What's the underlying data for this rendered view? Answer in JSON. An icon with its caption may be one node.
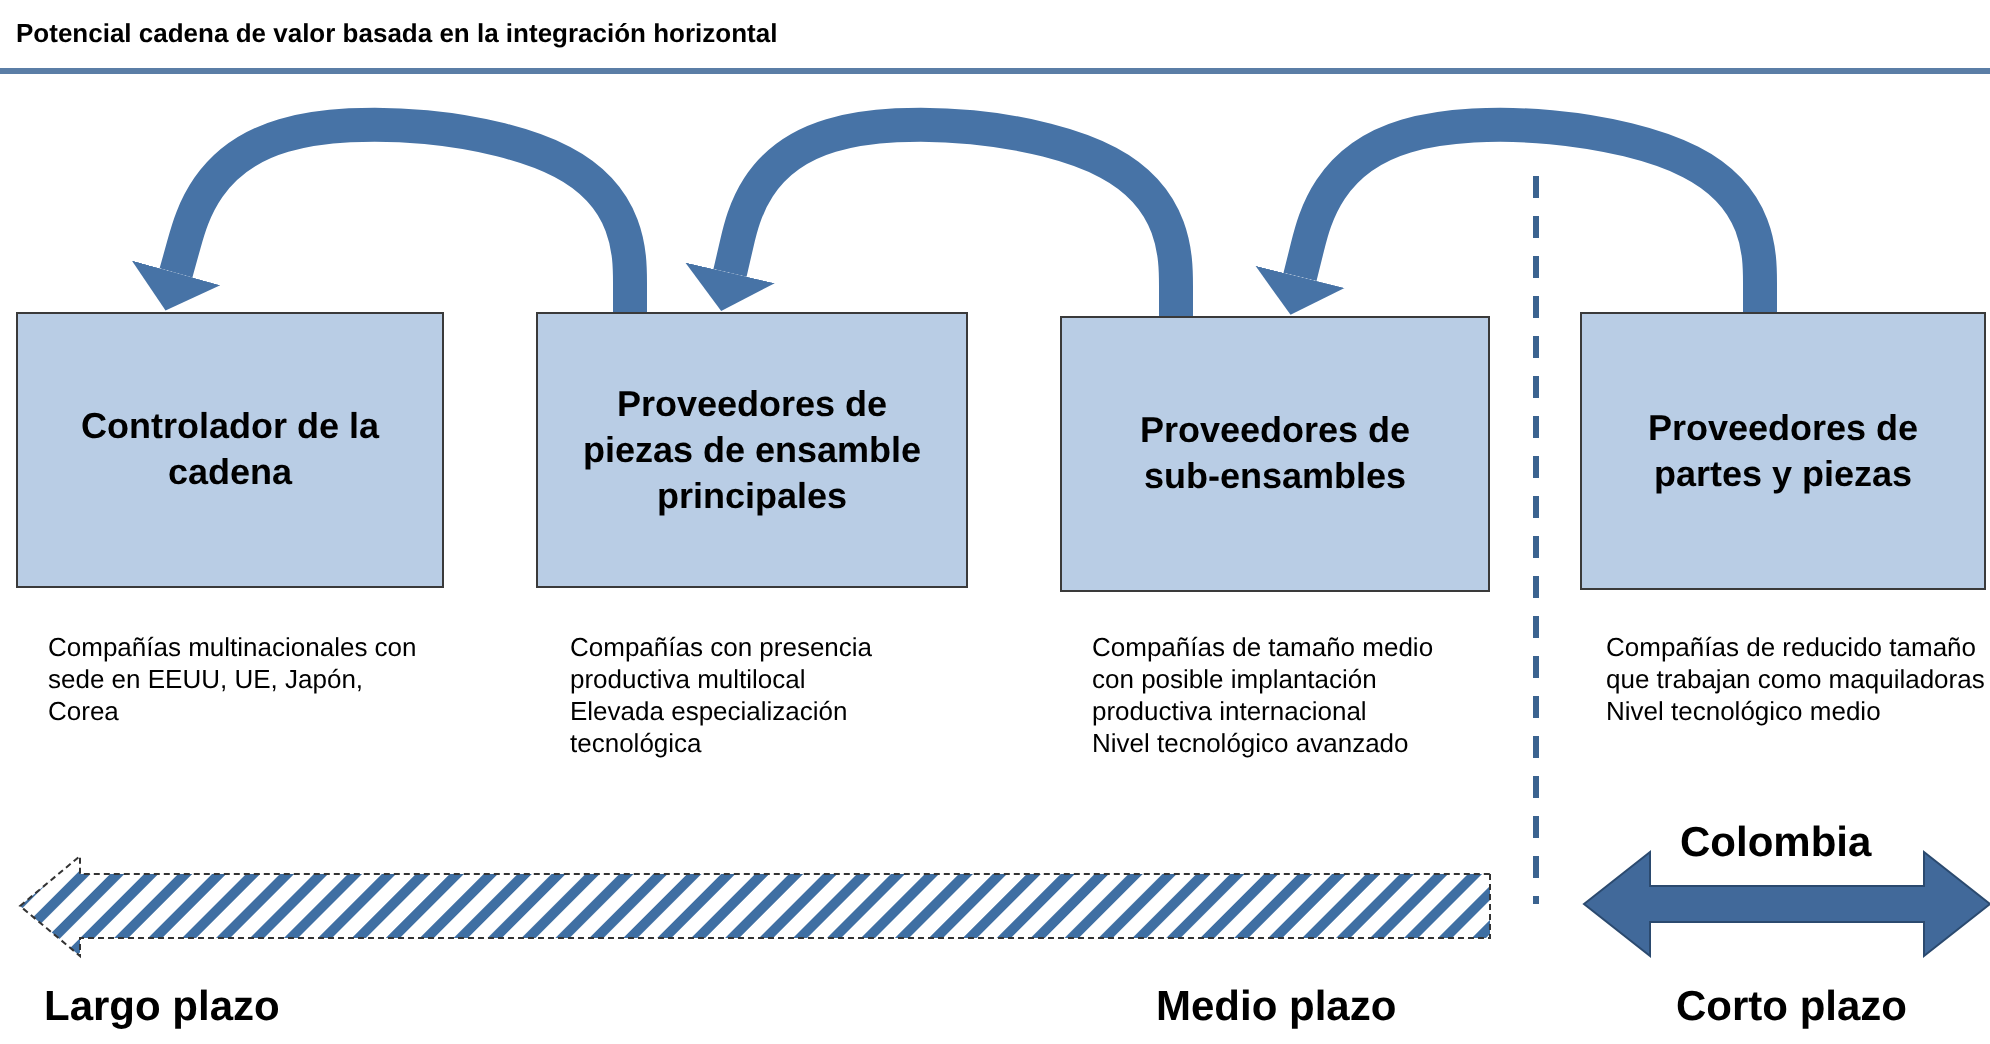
{
  "diagram": {
    "title": "Potencial cadena de valor basada en la integración horizontal",
    "nodes": [
      {
        "text": [
          "Controlador de la cadena"
        ],
        "beside": [
          "Compañías multinacionales con sede en EEUU, UE, Japón, Corea"
        ]
      },
      {
        "text": [
          "Proveedores de piezas de ensamble principales"
        ],
        "beside": [
          "Compañías con presencia productiva multilocal",
          "Elevada especialización tecnológica"
        ]
      },
      {
        "text": [
          "Proveedores de sub-ensambles"
        ],
        "beside": [
          "Compañías de tamaño medio con posible implantación productiva internacional",
          "Nivel tecnológico avanzado"
        ]
      },
      {
        "text": [
          "Proveedores de partes y piezas"
        ],
        "beside": [
          "Compañías de reducido tamaño que trabajan como maquiladoras",
          "Nivel tecnológico medio"
        ]
      }
    ],
    "edges": [
      {
        "from": 1,
        "to": 0,
        "arrow": "to"
      },
      {
        "from": 2,
        "to": 1,
        "arrow": "to"
      },
      {
        "from": 3,
        "to": 2,
        "arrow": "to"
      }
    ],
    "labels": [
      "Colombia",
      "Largo plazo",
      "Medio plazo",
      "Corto plazo"
    ]
  }
}
